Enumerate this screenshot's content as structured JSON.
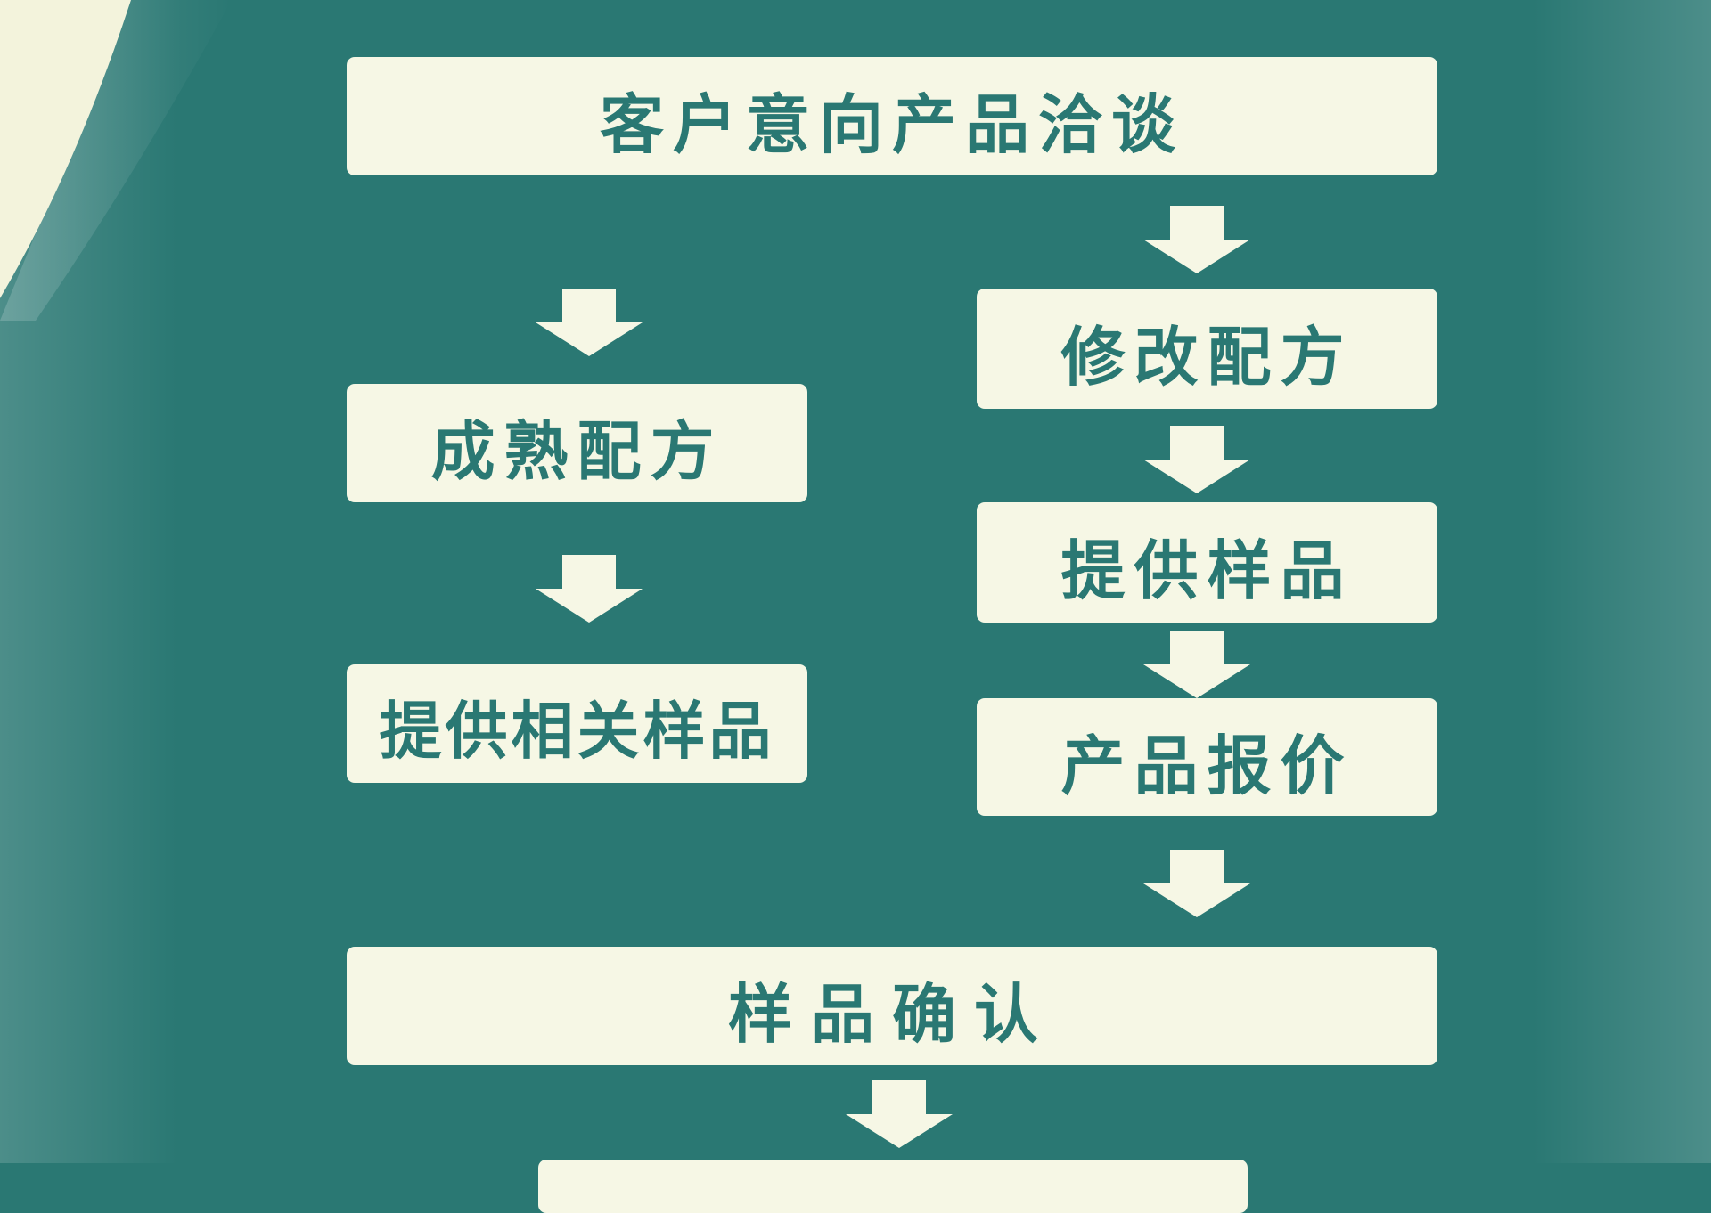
{
  "colors": {
    "background": "#2a7873",
    "box": "#f6f7e5",
    "text": "#2a7873"
  },
  "steps": {
    "negotiation": "客户意向产品洽谈",
    "mature_formula": "成熟配方",
    "related_samples": "提供相关样品",
    "modify_formula": "修改配方",
    "provide_samples": "提供样品",
    "quotation": "产品报价",
    "sample_confirm": "样品确认"
  }
}
